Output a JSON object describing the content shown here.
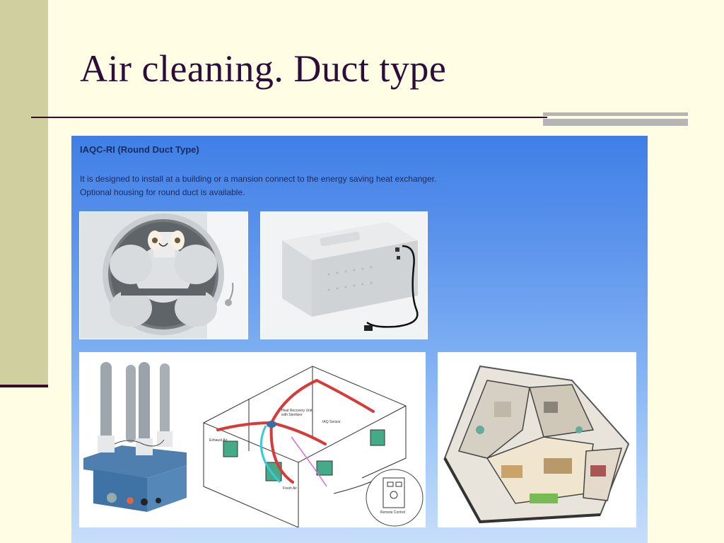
{
  "slide": {
    "title": "Air cleaning. Duct type"
  },
  "panel": {
    "heading": "IAQC-RI (Round Duct Type)",
    "description_line1": "It is designed to install at a building or a mansion connect to the energy saving heat exchanger.",
    "description_line2": "Optional housing for round duct is available."
  },
  "diagram_labels": {
    "exhaust_air": "Exhaust Air",
    "fresh_air": "Fresh Air",
    "iaq_sensor": "IAQ Sensor",
    "remote_control": "Remote Control",
    "heat_recovery_unit": "Heat Recovery Unit with Sterilizer"
  },
  "colors": {
    "slide_background": "#fffde3",
    "left_bar": "#cfcf9f",
    "accent_dark": "#3a0a2e",
    "panel_blue": "#3f7fe6"
  }
}
